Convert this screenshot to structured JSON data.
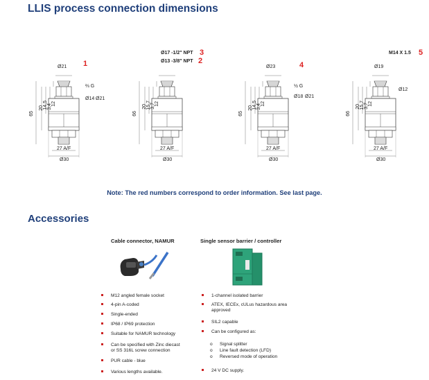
{
  "title": "LLIS process connection dimensions",
  "drawings": [
    {
      "order_no": "1",
      "thread_label": "⅔ G",
      "hex_label": "Ø14",
      "top_dim": "Ø21",
      "dims_left": [
        "65",
        "20",
        "14,5",
        "3,4",
        "12"
      ],
      "hexbot": "27 A/F",
      "diam_bottom": "Ø30",
      "side_dim": "Ø21"
    },
    {
      "order_no_a": "3",
      "order_no_b": "2",
      "thread_a": "Ø17 -1/2\" NPT",
      "thread_b": "Ø13 -3/8\" NPT",
      "dims_left": [
        "66",
        "20",
        "15,7",
        "3,7",
        "12"
      ],
      "hexbot": "27 A/F",
      "diam_bottom": "Ø30"
    },
    {
      "order_no": "4",
      "thread_label": "½ G",
      "top_dim": "Ø23",
      "hex_label": "Ø18",
      "side_dim": "Ø21",
      "dims_left": [
        "65",
        "20",
        "14,5",
        "3,4",
        "12"
      ],
      "hexbot": "27 A/F",
      "diam_bottom": "Ø30"
    },
    {
      "order_no": "5",
      "thread_label": "M14 X 1.5",
      "top_dim": "Ø19",
      "side_dim": "Ø12",
      "dims_left": [
        "66",
        "20",
        "15,7",
        "3,7",
        "12"
      ],
      "hexbot": "27 A/F",
      "diam_bottom": "Ø30"
    }
  ],
  "note": "Note: The red numbers correspond to order information. See last page.",
  "accessories": {
    "heading": "Accessories",
    "col1": {
      "title": "Cable connector, NAMUR",
      "items": [
        "M12 angled female socket",
        "4-pin A-coded",
        "Single-ended",
        "IP68 / IP69 protection",
        "Suitable for NAMUR technology",
        "Can be specified with Zinc diecast",
        "or SS 316L screw connection",
        "PUR cable - blue",
        "Various lengths available."
      ]
    },
    "col2": {
      "title": "Single sensor barrier / controller",
      "items": [
        "1-channel isolated barrier",
        "ATEX, IECEx, cULus hazardous area",
        "approved",
        "SIL2 capable",
        "Can be configured as:"
      ],
      "subitems": [
        "Signal splitter",
        "Line fault detection (LFD)",
        "Reversed mode of operation"
      ],
      "last": "24 V DC supply."
    }
  },
  "colors": {
    "heading": "#1f3f7a",
    "red": "#d22222",
    "bullet": "#c22222",
    "barrier_green": "#2ea37a"
  }
}
